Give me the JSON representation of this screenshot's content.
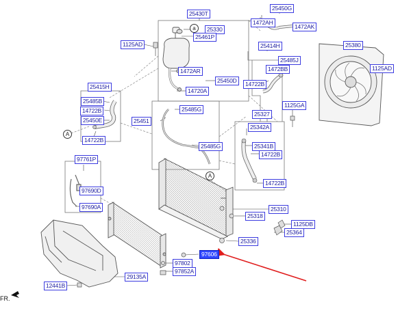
{
  "diagram": {
    "callouts": {
      "c25430T": "25430T",
      "c25330": "25330",
      "c25461P": "25461P",
      "c1125AD_top": "1125AD",
      "c1472AR": "1472AR",
      "c25450D": "25450D",
      "c14720A": "14720A",
      "c25450G": "25450G",
      "c1472AH": "1472AH",
      "c1472AK": "1472AK",
      "c25414H": "25414H",
      "c25485J": "25485J",
      "c1472BB_mid": "1472BB",
      "c14722B_mid": "14722B",
      "c25380": "25380",
      "c1125AD_right": "1125AD",
      "c25415H": "25415H",
      "c25485B": "25485B",
      "c14722B_left": "14722B",
      "c25450E": "25450E",
      "c14722B_left2": "14722B",
      "c25485G": "25485G",
      "c25451": "25451",
      "c25485G_2": "25485G",
      "c25327": "25327",
      "c1125GA": "1125GA",
      "c25342A": "25342A",
      "c25341B": "25341B",
      "c14722B_r1": "14722B",
      "c14722B_r2": "14722B",
      "c97761P": "97761P",
      "c97690D": "97690D",
      "c97690A": "97690A",
      "c25310": "25310",
      "c25318": "25318",
      "c1125DB": "1125DB",
      "c25364": "25364",
      "c25336": "25336",
      "c97606": "97606",
      "c97802": "97802",
      "c97852A": "97852A",
      "c12441B": "12441B",
      "c29135A": "29135A"
    },
    "refs": {
      "a_top": "a",
      "A_left": "A",
      "A_mid": "A"
    },
    "direction_label": "FR.",
    "colors": {
      "callout_border": "#3a3ae0",
      "callout_text": "#1a1aa0",
      "highlight": "#2f46ff",
      "pointer_arrow": "#e01e1e",
      "line_art": "#555555"
    }
  }
}
